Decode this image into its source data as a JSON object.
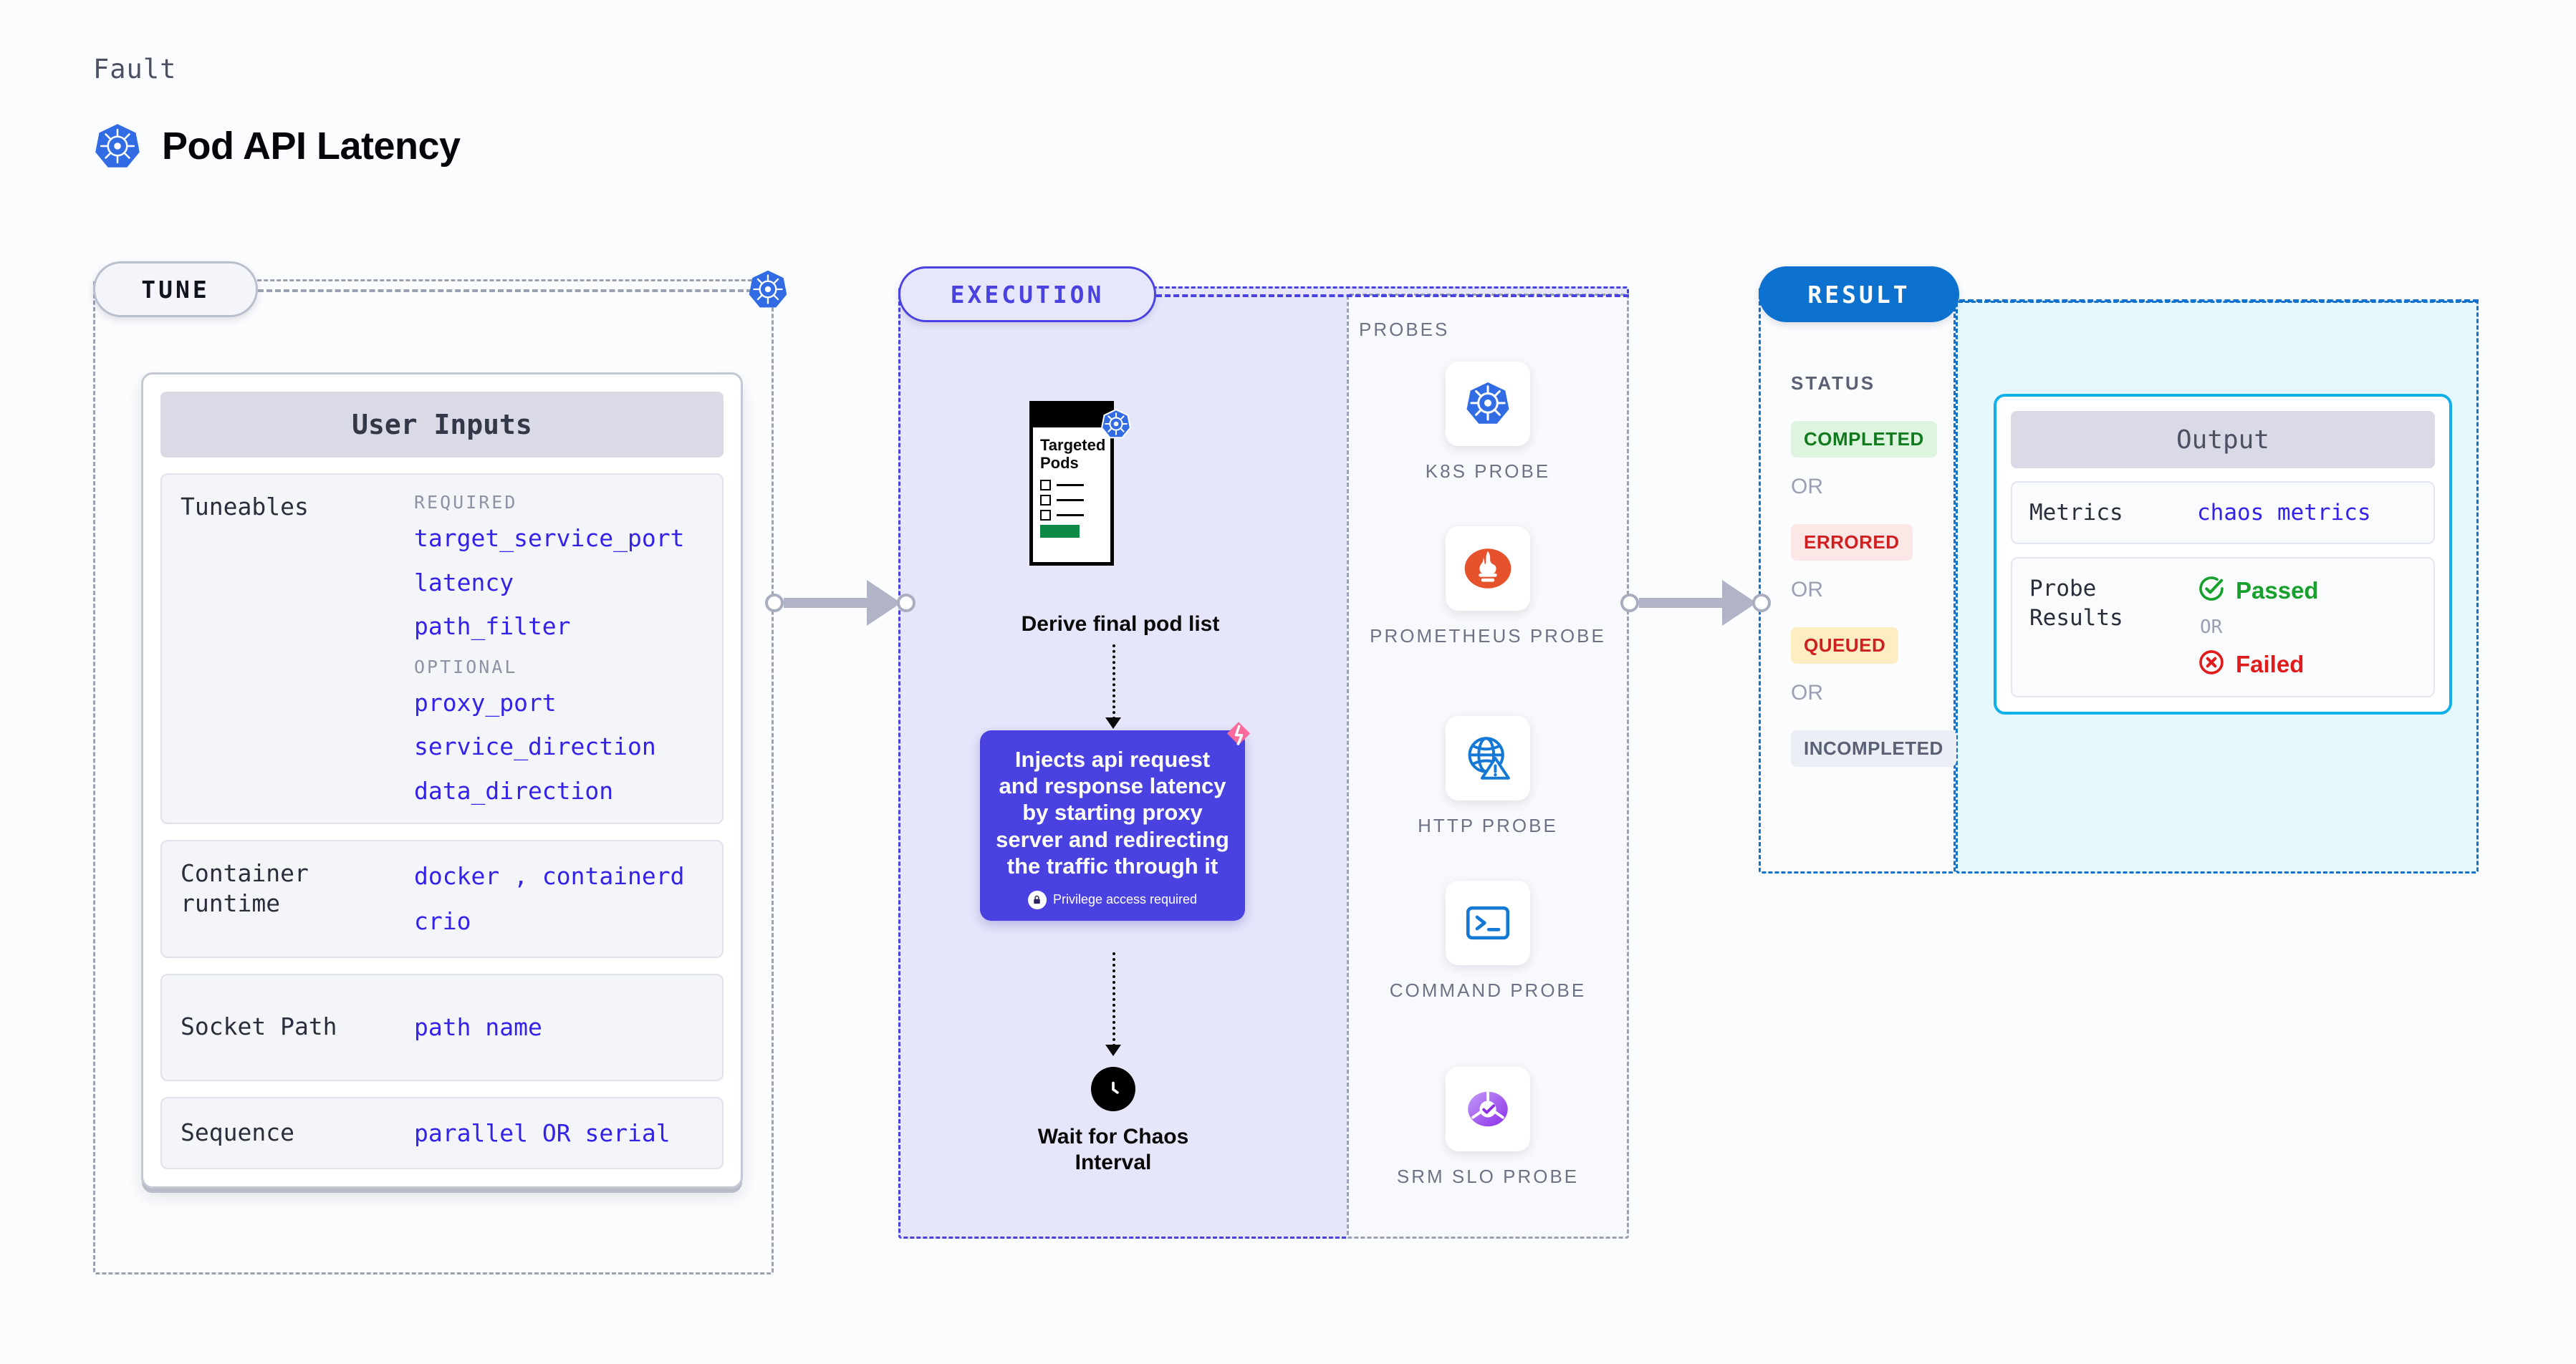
{
  "header": {
    "eyebrow": "Fault",
    "title": "Pod API Latency",
    "icon": "kubernetes-icon"
  },
  "colors": {
    "kubernetes_blue": "#326ce5",
    "execution_purple": "#4a42e0",
    "result_blue": "#0d72cf",
    "output_cyan": "#12b0e8",
    "code_indigo": "#3322e8",
    "ribbon_pink": "#f9699a"
  },
  "tune": {
    "pill_label": "TUNE",
    "platform_icon": "kubernetes-icon",
    "card": {
      "title": "User Inputs",
      "sections": [
        {
          "label": "Tuneables",
          "groups": [
            {
              "title": "REQUIRED",
              "values": [
                "target_service_port",
                "latency",
                "path_filter"
              ]
            },
            {
              "title": "OPTIONAL",
              "values": [
                "proxy_port",
                "service_direction",
                "data_direction"
              ]
            }
          ]
        },
        {
          "label": "Container runtime",
          "values_line1": [
            "docker",
            "containerd"
          ],
          "separator": ",",
          "values_line2": [
            "crio"
          ]
        },
        {
          "label": "Socket Path",
          "values": [
            "path name"
          ]
        },
        {
          "label": "Sequence",
          "value_left": "parallel",
          "value_or": "OR",
          "value_right": "serial"
        }
      ]
    }
  },
  "execution": {
    "pill_label": "EXECUTION",
    "steps": [
      {
        "icon": "targeted-pods-document-icon",
        "badge_icon": "kubernetes-icon",
        "doc_title": "Targeted Pods",
        "caption": "Derive final pod list"
      },
      {
        "icon": "chaos-ribbon-icon",
        "text": "Injects api request and response latency by starting proxy server and redirecting the traffic through it",
        "privilege_note": "Privilege access required",
        "privilege_icon": "lock-icon"
      },
      {
        "icon": "clock-icon",
        "caption": "Wait for Chaos Interval"
      }
    ]
  },
  "probes": {
    "title": "PROBES",
    "items": [
      {
        "label": "K8S PROBE",
        "icon": "kubernetes-icon"
      },
      {
        "label": "PROMETHEUS PROBE",
        "icon": "prometheus-icon"
      },
      {
        "label": "HTTP PROBE",
        "icon": "globe-warning-icon"
      },
      {
        "label": "COMMAND PROBE",
        "icon": "terminal-icon"
      },
      {
        "label": "SRM SLO PROBE",
        "icon": "srm-slo-donut-check-icon"
      }
    ]
  },
  "result": {
    "pill_label": "RESULT",
    "status_title": "STATUS",
    "or_label": "OR",
    "statuses": [
      {
        "label": "COMPLETED",
        "tone": "success"
      },
      {
        "label": "ERRORED",
        "tone": "danger"
      },
      {
        "label": "QUEUED",
        "tone": "warning"
      },
      {
        "label": "INCOMPLETED",
        "tone": "neutral"
      }
    ]
  },
  "output": {
    "title": "Output",
    "metrics": {
      "label": "Metrics",
      "value": "chaos metrics"
    },
    "probe_results": {
      "label": "Probe Results",
      "or_label": "OR",
      "passed": {
        "label": "Passed",
        "icon": "check-circle-icon"
      },
      "failed": {
        "label": "Failed",
        "icon": "x-circle-icon"
      }
    }
  }
}
